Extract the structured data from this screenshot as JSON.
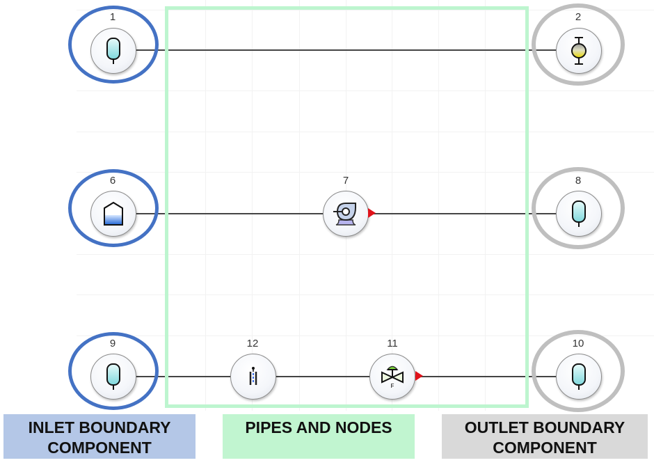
{
  "diagram": {
    "title": "Boundary components and pipe network",
    "nodes": [
      {
        "id": "1",
        "type": "inlet-boundary",
        "icon": "reservoir-icon"
      },
      {
        "id": "2",
        "type": "outlet-boundary",
        "icon": "flow-boundary-icon"
      },
      {
        "id": "6",
        "type": "inlet-boundary",
        "icon": "tank-icon"
      },
      {
        "id": "7",
        "type": "pipe-node",
        "icon": "pump-icon"
      },
      {
        "id": "8",
        "type": "outlet-boundary",
        "icon": "reservoir-icon"
      },
      {
        "id": "9",
        "type": "inlet-boundary",
        "icon": "reservoir-icon"
      },
      {
        "id": "12",
        "type": "pipe-node",
        "icon": "instrument-icon"
      },
      {
        "id": "11",
        "type": "pipe-node",
        "icon": "flow-control-valve-icon",
        "sublabel": "F"
      },
      {
        "id": "10",
        "type": "outlet-boundary",
        "icon": "reservoir-icon"
      }
    ],
    "connections": [
      {
        "from": "1",
        "to": "2"
      },
      {
        "from": "6",
        "to": "7"
      },
      {
        "from": "7",
        "to": "8",
        "direction_marker": true
      },
      {
        "from": "9",
        "to": "12"
      },
      {
        "from": "12",
        "to": "11"
      },
      {
        "from": "11",
        "to": "10",
        "direction_marker": true
      }
    ],
    "colors": {
      "inlet": "#4472c4",
      "outlet": "#bfbfbf",
      "pipes": "#bdf5cf",
      "flow_arrow": "#e0121a"
    }
  },
  "legend": {
    "inlet": "INLET BOUNDARY COMPONENT",
    "pipes": "PIPES AND NODES",
    "outlet": "OUTLET BOUNDARY COMPONENT"
  }
}
